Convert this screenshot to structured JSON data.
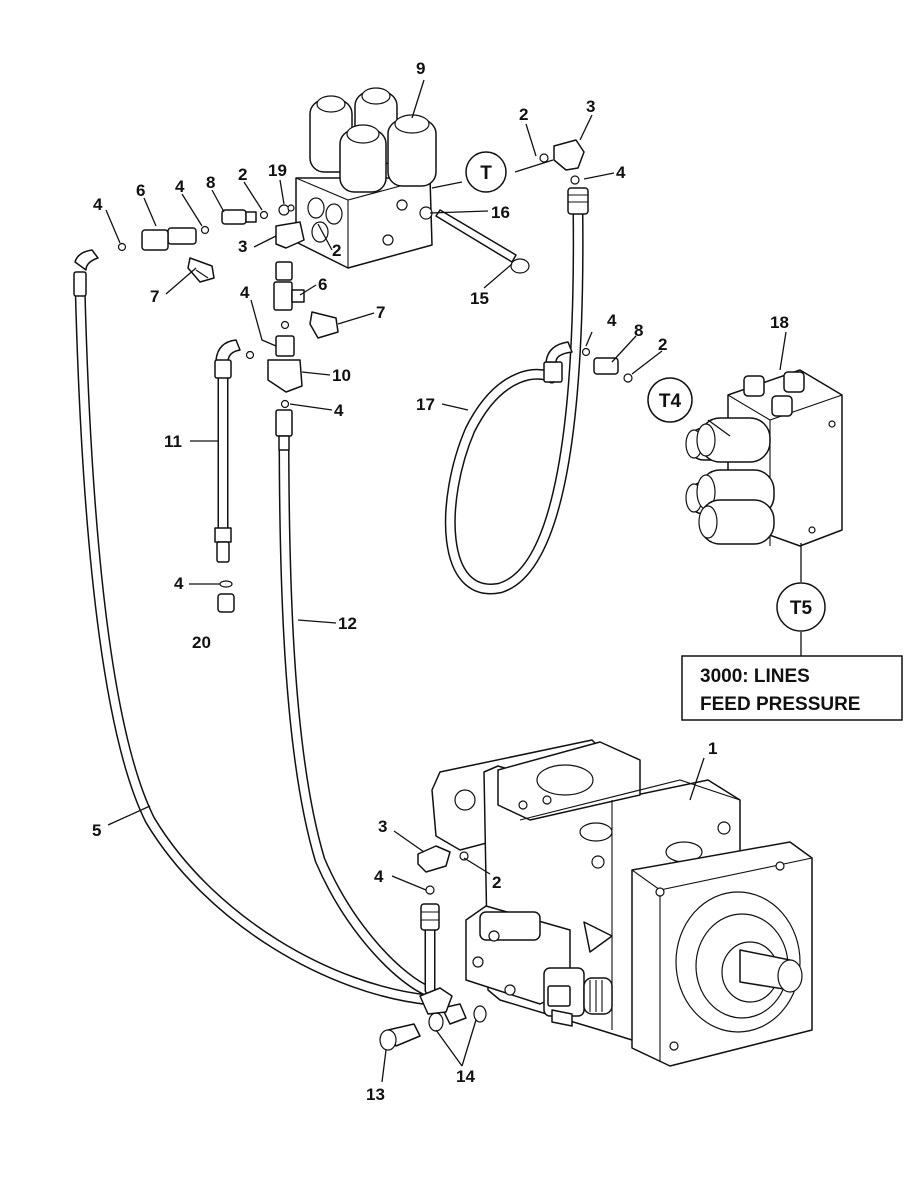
{
  "callouts": {
    "c1": "1",
    "c2a": "2",
    "c2b": "2",
    "c2c": "2",
    "c2d": "2",
    "c2e": "2",
    "c3a": "3",
    "c3b": "3",
    "c3c": "3",
    "c4a": "4",
    "c4b": "4",
    "c4c": "4",
    "c4d": "4",
    "c4e": "4",
    "c4f": "4",
    "c4g": "4",
    "c4h": "4",
    "c5": "5",
    "c6a": "6",
    "c6b": "6",
    "c7a": "7",
    "c7b": "7",
    "c8a": "8",
    "c8b": "8",
    "c9": "9",
    "c10": "10",
    "c11": "11",
    "c12": "12",
    "c13": "13",
    "c14": "14",
    "c15": "15",
    "c16": "16",
    "c17": "17",
    "c18": "18",
    "c19": "19",
    "c20": "20"
  },
  "port_tags": {
    "t": "T",
    "t4": "T4",
    "t5": "T5"
  },
  "reference_box": {
    "line1": "3000: LINES",
    "line2": "FEED PRESSURE"
  }
}
